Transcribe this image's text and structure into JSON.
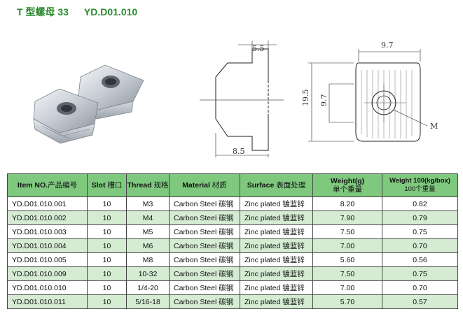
{
  "header": {
    "title": "T 型螺母 33",
    "code": "YD.D01.010"
  },
  "drawing": {
    "dim_side_top": "5.5",
    "dim_side_bottom": "8.5",
    "dim_top_width": "9.7",
    "dim_height_outer": "19.5",
    "dim_height_inner": "9.7",
    "thread_label": "M"
  },
  "table": {
    "headers": [
      {
        "en": "Item NO.",
        "zh": "产品编号"
      },
      {
        "en": "Slot",
        "zh": "槽口"
      },
      {
        "en": "Thread",
        "zh": "规格"
      },
      {
        "en": "Material",
        "zh": "材质"
      },
      {
        "en": "Surface",
        "zh": "表面处理"
      },
      {
        "en": "Weight(g)",
        "zh": "单个重量"
      },
      {
        "en": "Weight 100(kg/box)",
        "zh": "100个重量"
      }
    ],
    "rows": [
      [
        "YD.D01.010.001",
        "10",
        "M3",
        "Carbon Steel 碳钢",
        "Zinc plated 镀蓝锌",
        "8.20",
        "0.82"
      ],
      [
        "YD.D01.010.002",
        "10",
        "M4",
        "Carbon Steel 碳钢",
        "Zinc plated 镀蓝锌",
        "7.90",
        "0.79"
      ],
      [
        "YD.D01.010.003",
        "10",
        "M5",
        "Carbon Steel 碳钢",
        "Zinc plated 镀蓝锌",
        "7.50",
        "0.75"
      ],
      [
        "YD.D01.010.004",
        "10",
        "M6",
        "Carbon Steel 碳钢",
        "Zinc plated 镀蓝锌",
        "7.00",
        "0.70"
      ],
      [
        "YD.D01.010.005",
        "10",
        "M8",
        "Carbon Steel 碳钢",
        "Zinc plated 镀蓝锌",
        "5.60",
        "0.56"
      ],
      [
        "YD.D01.010.009",
        "10",
        "10-32",
        "Carbon Steel 碳钢",
        "Zinc plated 镀蓝锌",
        "7.50",
        "0.75"
      ],
      [
        "YD.D01.010.010",
        "10",
        "1/4-20",
        "Carbon Steel 碳钢",
        "Zinc plated 镀蓝锌",
        "7.00",
        "0.70"
      ],
      [
        "YD.D01.010.011",
        "10",
        "5/16-18",
        "Carbon Steel 碳钢",
        "Zinc plated 镀蓝锌",
        "5.70",
        "0.57"
      ]
    ]
  },
  "colors": {
    "title_green": "#2a8a2e",
    "header_green": "#7fc97f",
    "row_alt": "#d5ecd3"
  }
}
